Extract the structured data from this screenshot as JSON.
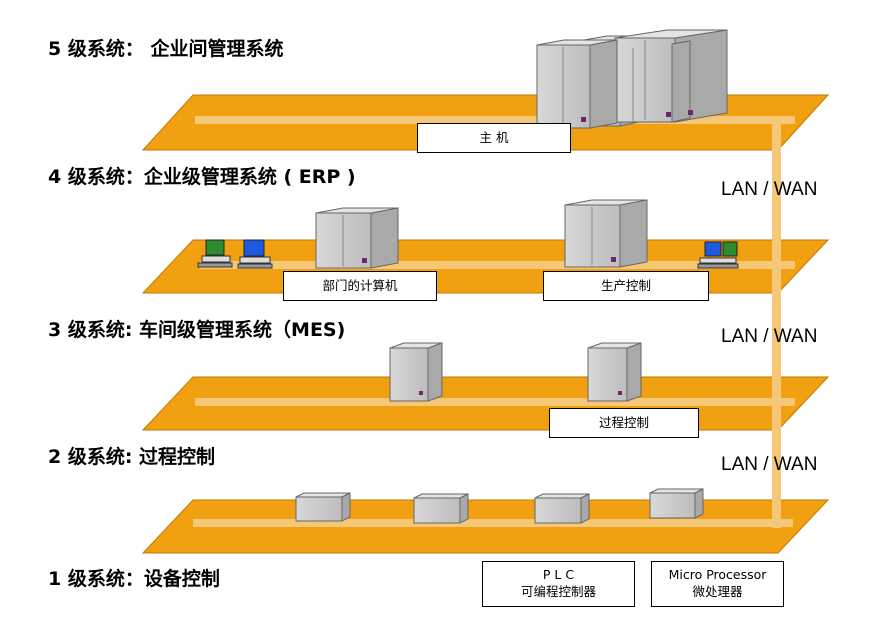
{
  "levels": {
    "l5": "5 级系统：  企业间管理系统",
    "l4": "4 级系统：企业级管理系统 ( ERP )",
    "l3": "3 级系统:  车间级管理系统（MES)",
    "l2": "2 级系统: 过程控制",
    "l1": "1 级系统：设备控制"
  },
  "network": {
    "lan1": "LAN / WAN",
    "lan2": "LAN / WAN",
    "lan3": "LAN / WAN"
  },
  "boxes": {
    "mainframe": "主 机",
    "dept_computer": "部门的计算机",
    "production_control": "生产控制",
    "process_control": "过程控制",
    "plc_line1": "P L C",
    "plc_line2": "可编程控制器",
    "micro_line1": "Micro Processor",
    "micro_line2": "微处理器"
  },
  "colors": {
    "platform": "#F0A010",
    "network_line": "#F5C878",
    "server": "#C8C8C8",
    "box_border": "#000000"
  }
}
